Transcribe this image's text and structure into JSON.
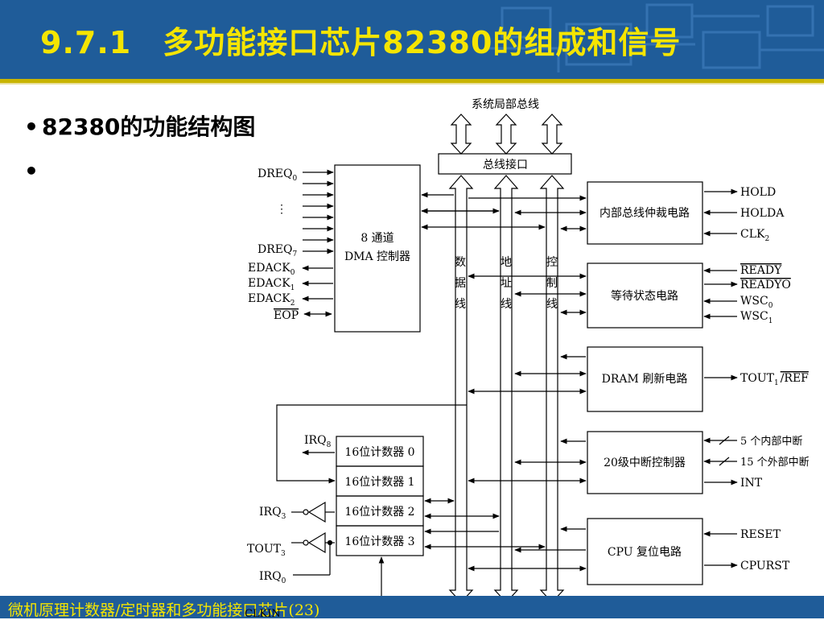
{
  "slide": {
    "title": "9.7.1　多功能接口芯片82380的组成和信号",
    "bullets": [
      "82380的功能结构图",
      ""
    ],
    "footer": "微机原理计数器/定时器和多功能接口芯片(23)"
  },
  "colors": {
    "header_bg": "#1f5c99",
    "title_text": "#f5e500",
    "gold_rule": "#c8b400"
  },
  "diagram": {
    "system_bus_label": "系统局部总线",
    "bus_interface_label": "总线接口",
    "dma": {
      "line1": "8 通道",
      "line2": "DMA 控制器"
    },
    "dma_signals": {
      "dreq0": "DREQ",
      "dreq0_sub": "0",
      "dots": "⋮",
      "dreq7": "DREQ",
      "dreq7_sub": "7",
      "edack0": "EDACK",
      "edack0_sub": "0",
      "edack1": "EDACK",
      "edack1_sub": "1",
      "edack2": "EDACK",
      "edack2_sub": "2",
      "eop": "EOP"
    },
    "bus_lines": [
      {
        "chars": [
          "数",
          "据",
          "线"
        ]
      },
      {
        "chars": [
          "地",
          "址",
          "线"
        ]
      },
      {
        "chars": [
          "控",
          "制",
          "线"
        ]
      }
    ],
    "blocks": {
      "arbiter": "内部总线仲裁电路",
      "wait": "等待状态电路",
      "dram": "DRAM 刷新电路",
      "interrupt": "20级中断控制器",
      "reset": "CPU 复位电路"
    },
    "arbiter_signals": {
      "hold": "HOLD",
      "holda": "HOLDA",
      "clk": "CLK",
      "clk_sub": "2"
    },
    "wait_signals": {
      "ready": "READY",
      "readyo": "READYO",
      "wsc0": "WSC",
      "wsc0_sub": "0",
      "wsc1": "WSC",
      "wsc1_sub": "1"
    },
    "dram_signals": {
      "tout1": "TOUT",
      "tout1_sub": "1",
      "ref": "/REF"
    },
    "interrupt_signals": {
      "internal": "5 个内部中断",
      "external": "15 个外部中断",
      "int": "INT"
    },
    "reset_signals": {
      "reset": "RESET",
      "cpurst": "CPURST"
    },
    "counters": [
      "16位计数器 0",
      "16位计数器 1",
      "16位计数器 2",
      "16位计数器 3"
    ],
    "counter_signals": {
      "irq8": "IRQ",
      "irq8_sub": "8",
      "irq3": "IRQ",
      "irq3_sub": "3",
      "tout3": "TOUT",
      "tout3_sub": "3",
      "irq0": "IRQ",
      "irq0_sub": "0",
      "clkin": "CLKIN"
    }
  }
}
